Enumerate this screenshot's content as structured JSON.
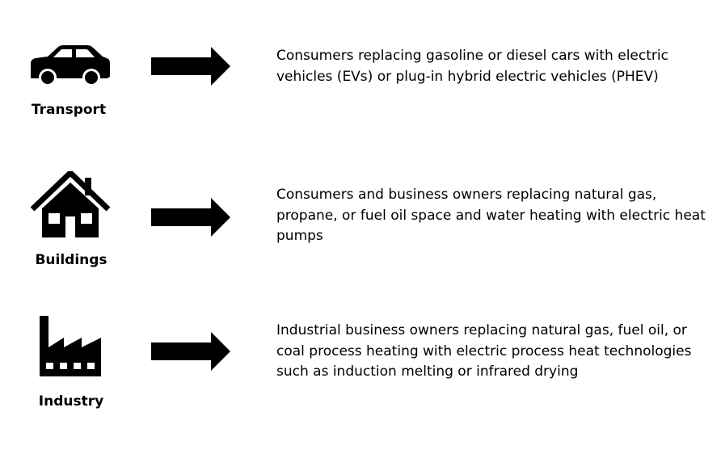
{
  "rows": [
    {
      "label": "Transport",
      "icon": "car-icon",
      "description": "Consumers replacing gasoline or diesel cars with electric vehicles (EVs) or plug-in hybrid electric vehicles (PHEV)"
    },
    {
      "label": "Buildings",
      "icon": "house-icon",
      "description": "Consumers and business owners replacing natural gas, propane, or fuel oil space and water heating with electric heat pumps"
    },
    {
      "label": "Industry",
      "icon": "factory-icon",
      "description": "Industrial business owners replacing natural gas, fuel oil, or coal process heating with electric process heat technologies such as induction melting or infrared drying"
    }
  ],
  "colors": {
    "foreground": "#000000",
    "background": "#ffffff"
  }
}
